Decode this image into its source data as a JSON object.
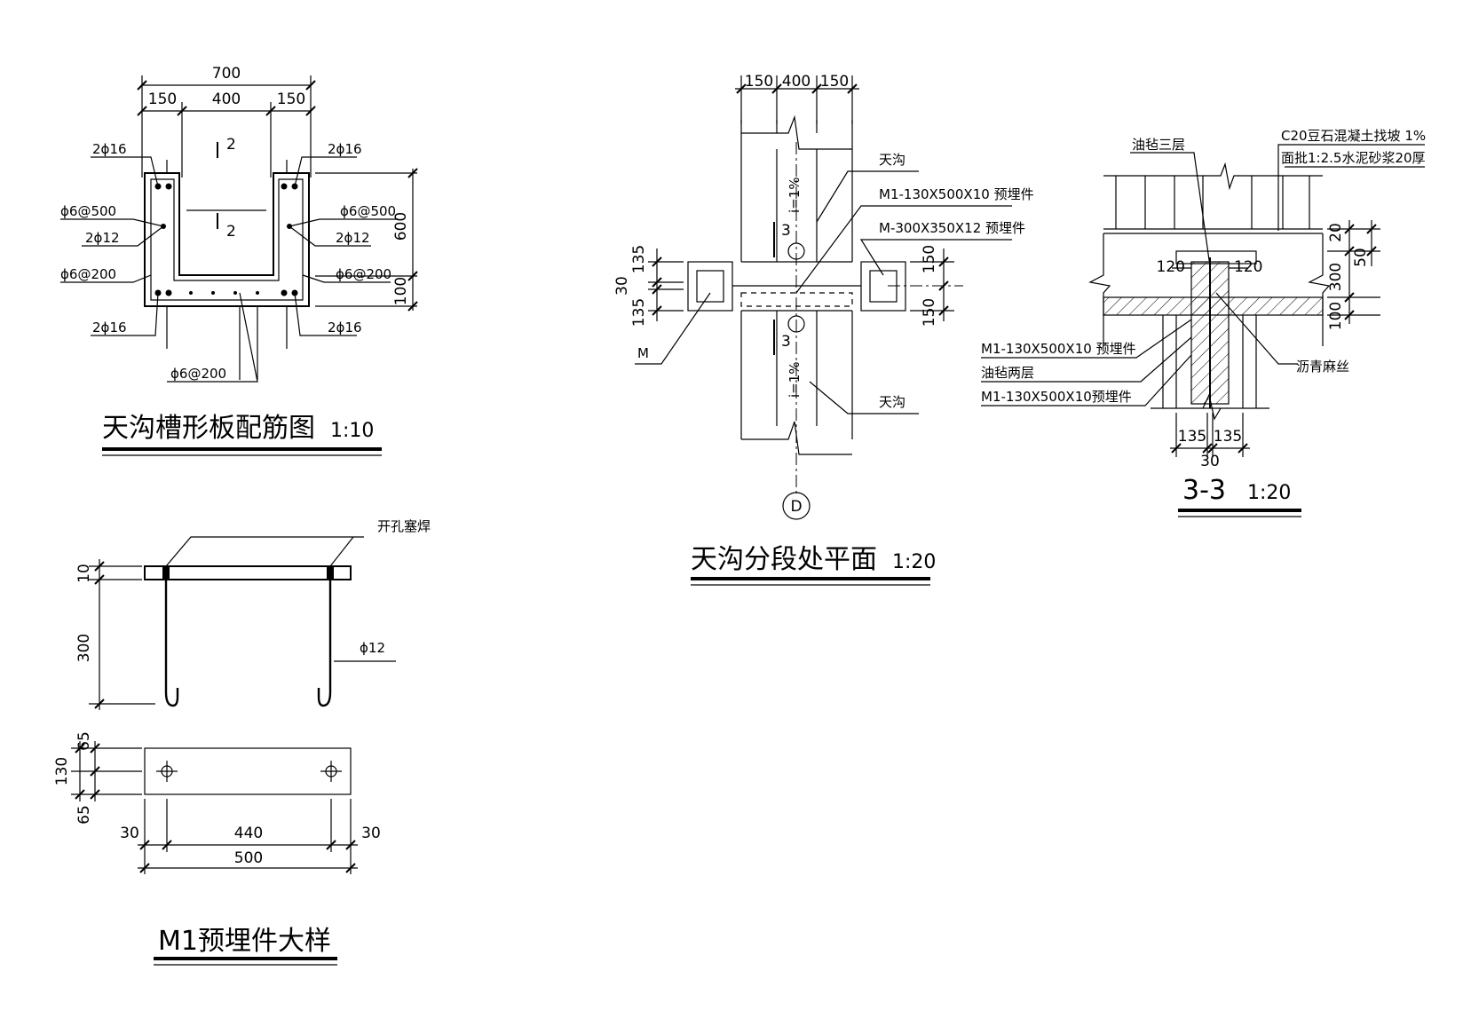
{
  "gutter_section": {
    "title": "天沟槽形板配筋图",
    "scale": "1:10",
    "dims": {
      "total": "700",
      "left": "150",
      "mid": "400",
      "right": "150",
      "height": "600",
      "bottom": "100"
    },
    "section_mark": "2",
    "labels": {
      "top_left_bar": "2ϕ16",
      "top_right_bar": "2ϕ16",
      "left_stirrup": "ϕ6@500",
      "right_stirrup": "ϕ6@500",
      "left_mid_bar": "2ϕ12",
      "right_mid_bar": "2ϕ12",
      "left_bottom_stirrup": "ϕ6@200",
      "right_bottom_stirrup": "ϕ6@200",
      "bottom_left_bar": "2ϕ16",
      "bottom_right_bar": "2ϕ16",
      "slab_bar": "ϕ6@200"
    }
  },
  "embed_detail": {
    "title": "M1预埋件大样",
    "weld_label": "开孔塞焊",
    "bar_label": "ϕ12",
    "dims": {
      "plate_t": "10",
      "anchor_len": "300",
      "w_top": "65",
      "w": "130",
      "w_bot": "65",
      "edge_l": "30",
      "spacing": "440",
      "edge_r": "30",
      "length": "500"
    }
  },
  "plan": {
    "title": "天沟分段处平面",
    "scale": "1:20",
    "dims": {
      "left": "150",
      "mid": "400",
      "right": "150",
      "v1": "135",
      "v2": "30",
      "v3": "135",
      "r1": "150",
      "r2": "150"
    },
    "labels": {
      "gutter_top": "天沟",
      "gutter_bottom": "天沟",
      "embed_m1": "M1-130X500X10 预埋件",
      "embed_m": "M-300X350X12  预埋件",
      "m": "M",
      "slope_top": "i=1%",
      "slope_bottom": "i=1%",
      "section_mark": "3",
      "axis": "D"
    }
  },
  "section33": {
    "title": "3-3",
    "scale": "1:20",
    "labels": {
      "felt3": "油毡三层",
      "c20": "C20豆石混凝土找坡 1%",
      "mortar": "面批1:2.5水泥砂浆20厚",
      "m1_a": "M1-130X500X10 预埋件",
      "felt2": "油毡两层",
      "m1_b": "M1-130X500X10预埋件",
      "asphalt": "沥青麻丝"
    },
    "dims": {
      "l120": "120",
      "r120": "120",
      "d20": "20",
      "d300": "300",
      "d50": "50",
      "d100": "100",
      "b135l": "135",
      "b135r": "135",
      "b30": "30"
    }
  }
}
